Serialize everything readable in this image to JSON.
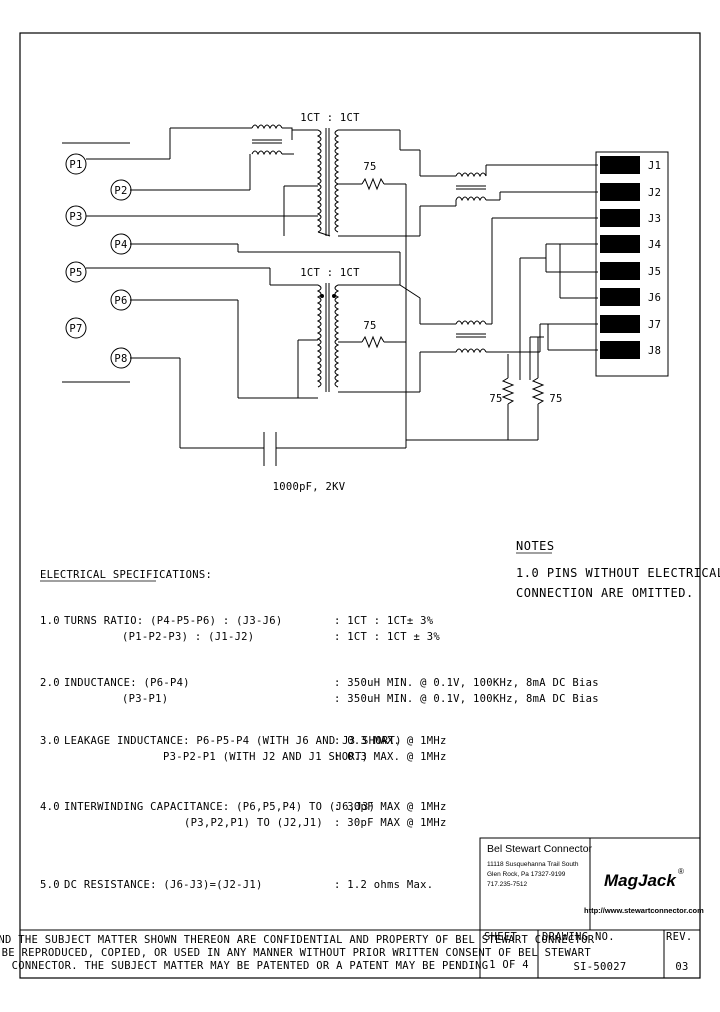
{
  "schematic": {
    "transformer_top_label": "1CT : 1CT",
    "transformer_bottom_label": "1CT : 1CT",
    "resistor_top": "75",
    "resistor_mid": "75",
    "resistor_left_vertical": "75",
    "resistor_right_vertical": "75",
    "capacitor_label": "1000pF, 2KV",
    "p_pins": [
      "P1",
      "P2",
      "P3",
      "P4",
      "P5",
      "P6",
      "P7",
      "P8"
    ],
    "j_pins": [
      "J1",
      "J2",
      "J3",
      "J4",
      "J5",
      "J6",
      "J7",
      "J8"
    ]
  },
  "notes": {
    "title": "NOTES",
    "line1": "1.0 PINS WITHOUT ELECTRICAL",
    "line2": "CONNECTION ARE OMITTED."
  },
  "specs": {
    "title": "ELECTRICAL SPECIFICATIONS:",
    "rows": [
      {
        "num": "1.0",
        "label": "TURNS RATIO: (P4-P5-P6) : (J3-J6)",
        "value": ": 1CT : 1CT± 3%"
      },
      {
        "num": "",
        "label": "(P1-P2-P3) : (J1-J2)",
        "value": ": 1CT : 1CT ± 3%"
      },
      {
        "num": "2.0",
        "label": "INDUCTANCE: (P6-P4)",
        "value": ": 350uH MIN. @ 0.1V, 100KHz, 8mA DC Bias"
      },
      {
        "num": "",
        "label": "(P3-P1)",
        "value": ": 350uH MIN. @ 0.1V, 100KHz, 8mA DC Bias"
      },
      {
        "num": "3.0",
        "label": "LEAKAGE INDUCTANCE: P6-P5-P4 (WITH J6 AND J3 SHORT)",
        "value": ": 0.3 MAX. @ 1MHz"
      },
      {
        "num": "",
        "label": "P3-P2-P1 (WITH J2 AND J1 SHORT)",
        "value": ": 0.3 MAX. @ 1MHz"
      },
      {
        "num": "4.0",
        "label": "INTERWINDING CAPACITANCE: (P6,P5,P4) TO (J6,J3)",
        "value": ": 30pF MAX @ 1MHz"
      },
      {
        "num": "",
        "label": "(P3,P2,P1) TO (J2,J1)",
        "value": ": 30pF MAX @ 1MHz"
      },
      {
        "num": "5.0",
        "label": "DC RESISTANCE: (J6-J3)=(J2-J1)",
        "value": ": 1.2 ohms Max."
      }
    ]
  },
  "title_block": {
    "company": "Bel Stewart Connector",
    "address1": "11118 Susquehanna Trail South",
    "address2": "Glen Rock, Pa 17327-9199",
    "phone": "717.235-7512",
    "brand": "MagJack",
    "brand_mark": "®",
    "url": "http://www.stewartconnector.com",
    "confidential_1": "THIS DRAWING AND THE SUBJECT MATTER SHOWN THEREON ARE CONFIDENTIAL AND PROPERTY OF BEL STEWART CONNECTOR",
    "confidential_2": "AND SHALL NOT BE REPRODUCED, COPIED, OR USED IN ANY MANNER WITHOUT PRIOR WRITTEN CONSENT OF BEL STEWART",
    "confidential_3": "CONNECTOR. THE SUBJECT MATTER MAY BE PATENTED OR A PATENT MAY BE PENDING",
    "sheet_label": "SHEET",
    "sheet_value": "1 OF 4",
    "drawing_no_label": "DRAWING NO.",
    "drawing_no": "SI-50027",
    "rev_label": "REV.",
    "rev": "03"
  }
}
